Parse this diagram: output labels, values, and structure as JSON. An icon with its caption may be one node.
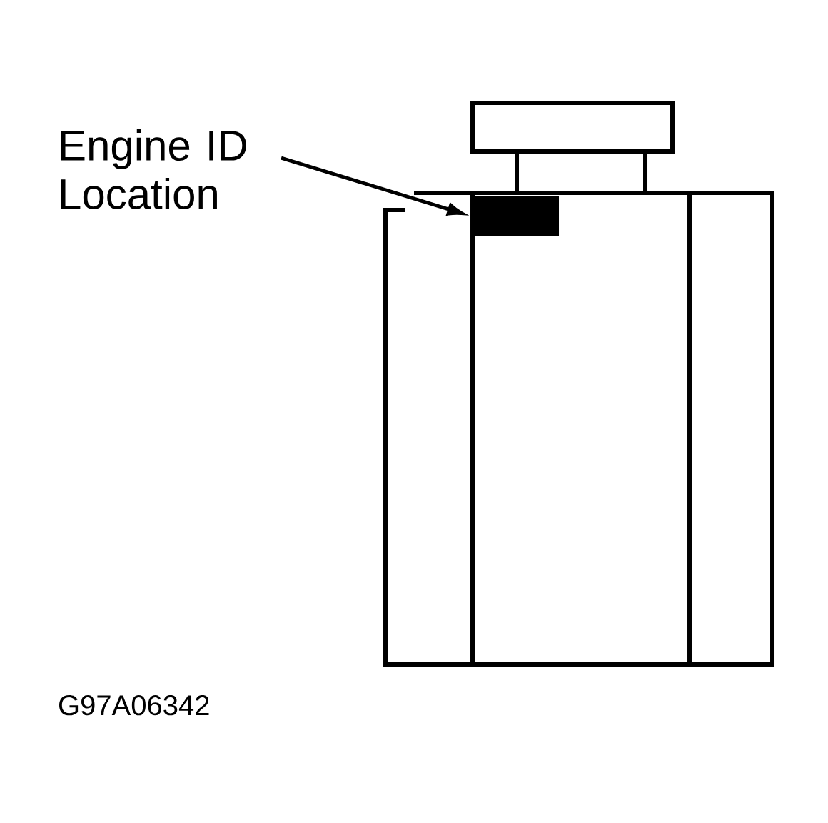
{
  "diagram": {
    "nodes": [
      {
        "text": [
          "Engine ID Location"
        ]
      },
      {
        "text": [],
        "shape": "box"
      }
    ],
    "edges": [
      {
        "from": 0,
        "to": 1,
        "arrow": "to"
      }
    ],
    "labels": [
      "G97A06342"
    ]
  }
}
